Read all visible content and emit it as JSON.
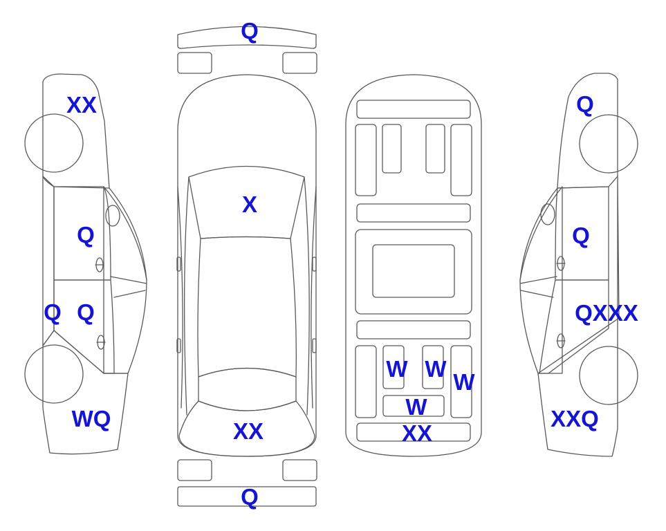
{
  "colors": {
    "damage_fill": "#F7A928",
    "light_fill": "#DDF4FA",
    "label_color": "#1414D2",
    "outline": "#595959"
  },
  "labels": {
    "front_bumper": "Q",
    "hood": "X",
    "roof": "XX",
    "rear_bumper": "Q",
    "left_front_fender": "XX",
    "left_front_door": "Q",
    "left_rear_door": "Q",
    "left_rocker": "Q",
    "left_rear_quarter": "WQ",
    "right_front_fender": "Q",
    "right_front_door": "Q",
    "right_rear_door": "QXXX",
    "right_rear_quarter": "XXQ",
    "floor_left_panel": "W",
    "floor_mid_panel": "W",
    "floor_right_panel": "W",
    "floor_bottom_panel": "W",
    "floor_rear_panel": "XX"
  }
}
